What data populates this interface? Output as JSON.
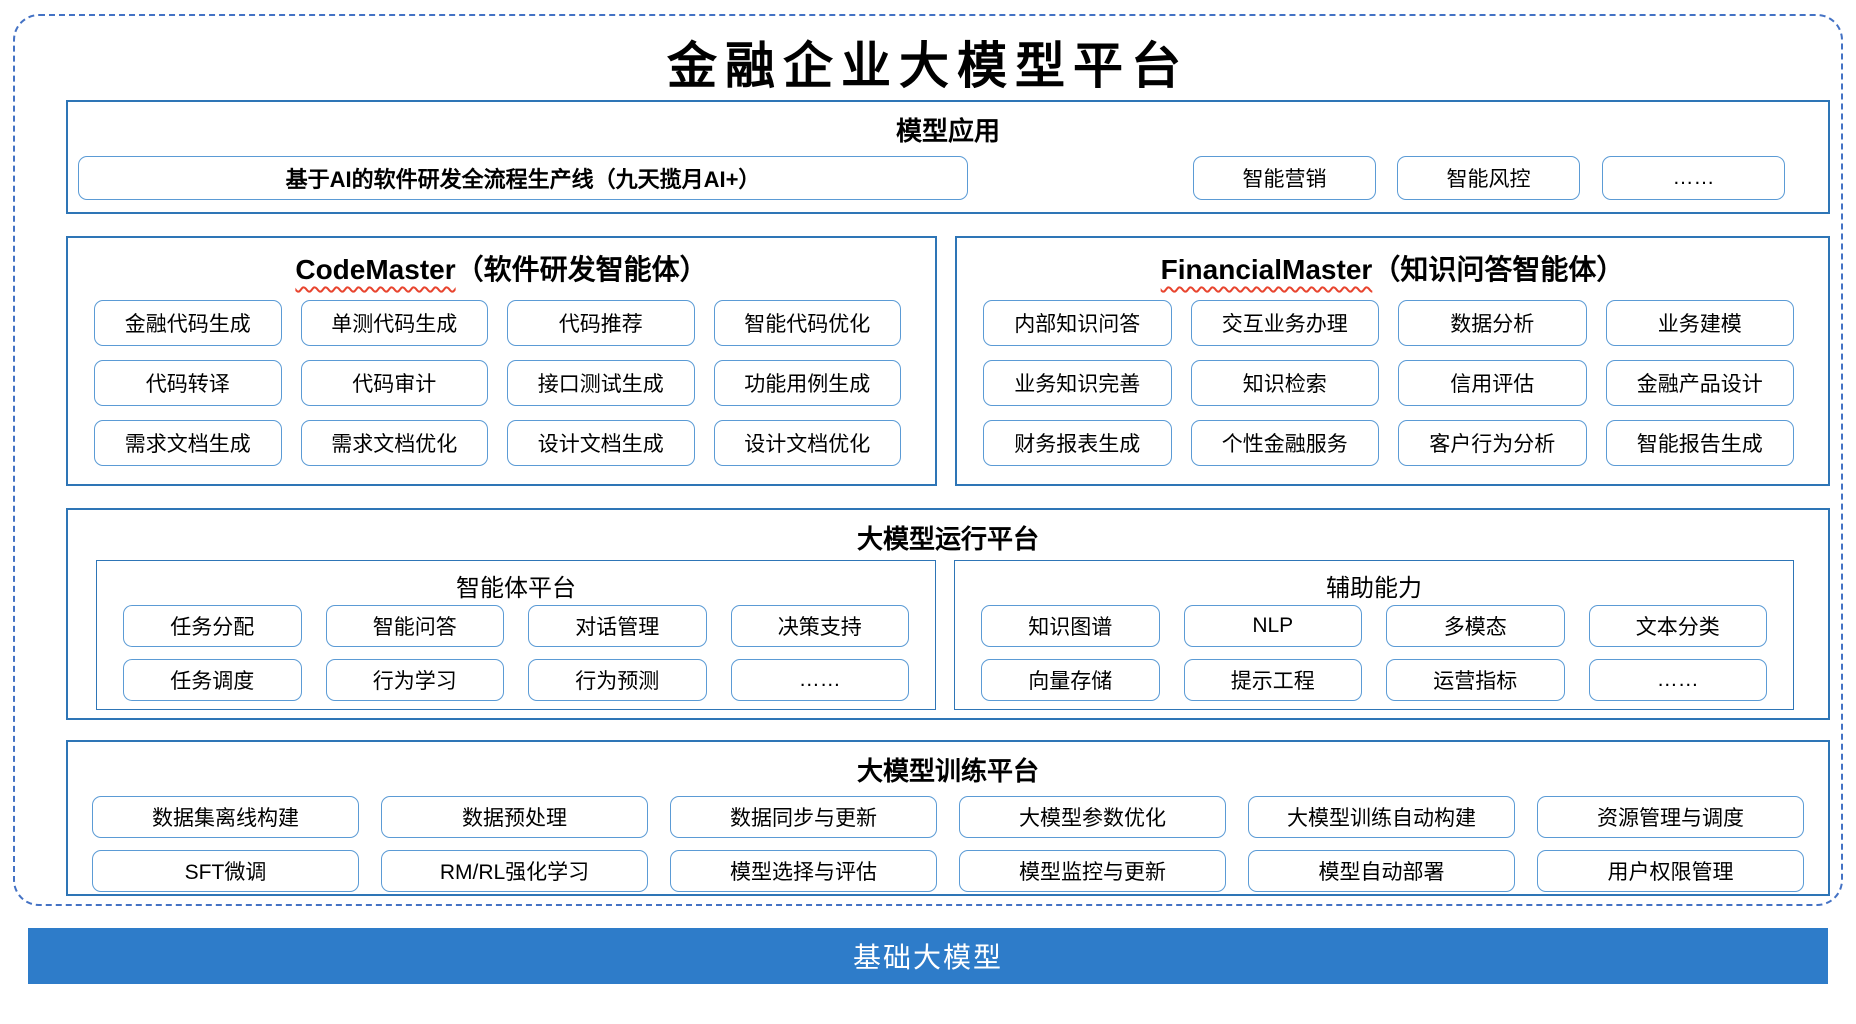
{
  "title": "金融企业大模型平台",
  "colors": {
    "section_border": "#2E75B6",
    "item_border": "#5B9BD5",
    "outer_dashed_border": "#4472C4",
    "foundation_bar_bg": "#2E7CC9",
    "spellcheck_underline": "#E8442E",
    "text": "#000000"
  },
  "model_apps": {
    "header": "模型应用",
    "pipeline_label": "基于AI的软件研发全流程生产线（九天揽月AI+）",
    "apps": [
      "智能营销",
      "智能风控",
      "……"
    ]
  },
  "code_master": {
    "title_en": "CodeMaster",
    "title_zh": "（软件研发智能体）",
    "items": [
      "金融代码生成",
      "单测代码生成",
      "代码推荐",
      "智能代码优化",
      "代码转译",
      "代码审计",
      "接口测试生成",
      "功能用例生成",
      "需求文档生成",
      "需求文档优化",
      "设计文档生成",
      "设计文档优化"
    ]
  },
  "financial_master": {
    "title_en": "FinancialMaster",
    "title_zh": "（知识问答智能体）",
    "items": [
      "内部知识问答",
      "交互业务办理",
      "数据分析",
      "业务建模",
      "业务知识完善",
      "知识检索",
      "信用评估",
      "金融产品设计",
      "财务报表生成",
      "个性金融服务",
      "客户行为分析",
      "智能报告生成"
    ]
  },
  "run_platform": {
    "header": "大模型运行平台",
    "agent_platform": {
      "header": "智能体平台",
      "items": [
        "任务分配",
        "智能问答",
        "对话管理",
        "决策支持",
        "任务调度",
        "行为学习",
        "行为预测",
        "……"
      ]
    },
    "auxiliary_capabilities": {
      "header": "辅助能力",
      "items": [
        "知识图谱",
        "NLP",
        "多模态",
        "文本分类",
        "向量存储",
        "提示工程",
        "运营指标",
        "……"
      ]
    }
  },
  "training_platform": {
    "header": "大模型训练平台",
    "items": [
      "数据集离线构建",
      "数据预处理",
      "数据同步与更新",
      "大模型参数优化",
      "大模型训练自动构建",
      "资源管理与调度",
      "SFT微调",
      "RM/RL强化学习",
      "模型选择与评估",
      "模型监控与更新",
      "模型自动部署",
      "用户权限管理"
    ]
  },
  "foundation_model": {
    "label": "基础大模型"
  }
}
